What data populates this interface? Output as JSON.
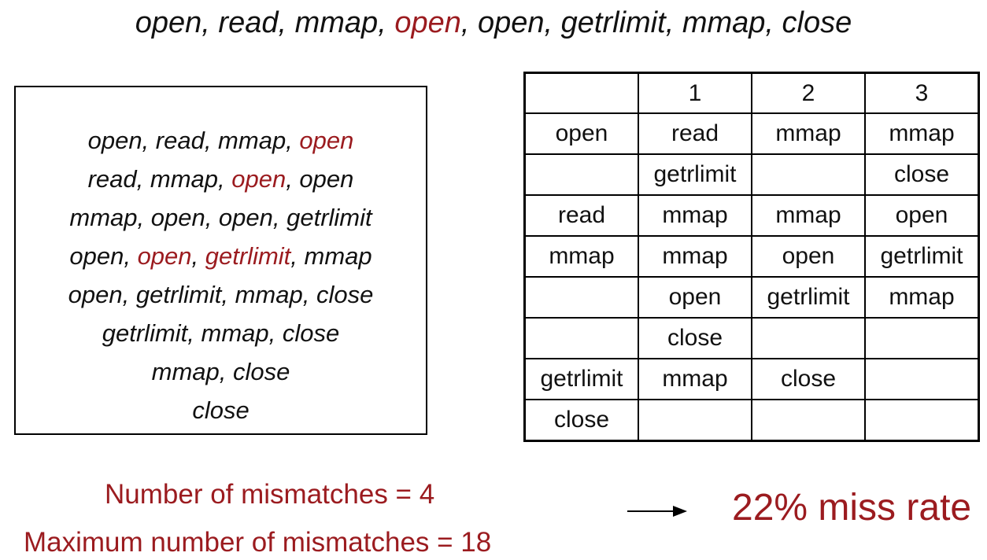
{
  "sequence": [
    {
      "text": "open",
      "red": false
    },
    {
      "text": ", ",
      "red": false
    },
    {
      "text": "read",
      "red": false
    },
    {
      "text": ", ",
      "red": false
    },
    {
      "text": "mmap",
      "red": false
    },
    {
      "text": ", ",
      "red": false
    },
    {
      "text": "open",
      "red": true
    },
    {
      "text": ", ",
      "red": false
    },
    {
      "text": "open",
      "red": false
    },
    {
      "text": ", ",
      "red": false
    },
    {
      "text": "getrlimit",
      "red": false
    },
    {
      "text": ", ",
      "red": false
    },
    {
      "text": "mmap",
      "red": false
    },
    {
      "text": ", ",
      "red": false
    },
    {
      "text": "close",
      "red": false
    }
  ],
  "windows": [
    [
      {
        "text": "open, read, mmap, ",
        "red": false
      },
      {
        "text": "open",
        "red": true
      }
    ],
    [
      {
        "text": "read, mmap, ",
        "red": false
      },
      {
        "text": "open",
        "red": true
      },
      {
        "text": ", open",
        "red": false
      }
    ],
    [
      {
        "text": "mmap, open, open, getrlimit",
        "red": false
      }
    ],
    [
      {
        "text": "open, ",
        "red": false
      },
      {
        "text": "open",
        "red": true
      },
      {
        "text": ", ",
        "red": false
      },
      {
        "text": "getrlimit",
        "red": true
      },
      {
        "text": ", mmap",
        "red": false
      }
    ],
    [
      {
        "text": "open, getrlimit, mmap, close",
        "red": false
      }
    ],
    [
      {
        "text": "getrlimit, mmap, close",
        "red": false
      }
    ],
    [
      {
        "text": "mmap, close",
        "red": false
      }
    ],
    [
      {
        "text": "close",
        "red": false
      }
    ]
  ],
  "table": {
    "headers": [
      "",
      "1",
      "2",
      "3"
    ],
    "rows": [
      [
        "open",
        "read",
        "mmap",
        "mmap"
      ],
      [
        "",
        "getrlimit",
        "",
        "close"
      ],
      [
        "read",
        "mmap",
        "mmap",
        "open"
      ],
      [
        "mmap",
        "mmap",
        "open",
        "getrlimit"
      ],
      [
        "",
        "open",
        "getrlimit",
        "mmap"
      ],
      [
        "",
        "close",
        "",
        ""
      ],
      [
        "getrlimit",
        "mmap",
        "close",
        ""
      ],
      [
        "close",
        "",
        "",
        ""
      ]
    ]
  },
  "stats": {
    "mismatches": "Number of mismatches = 4",
    "max_mismatches": "Maximum number of mismatches = 18",
    "miss_rate": "22% miss rate"
  },
  "colors": {
    "highlight": "#9b1b1f",
    "text": "#111111"
  }
}
